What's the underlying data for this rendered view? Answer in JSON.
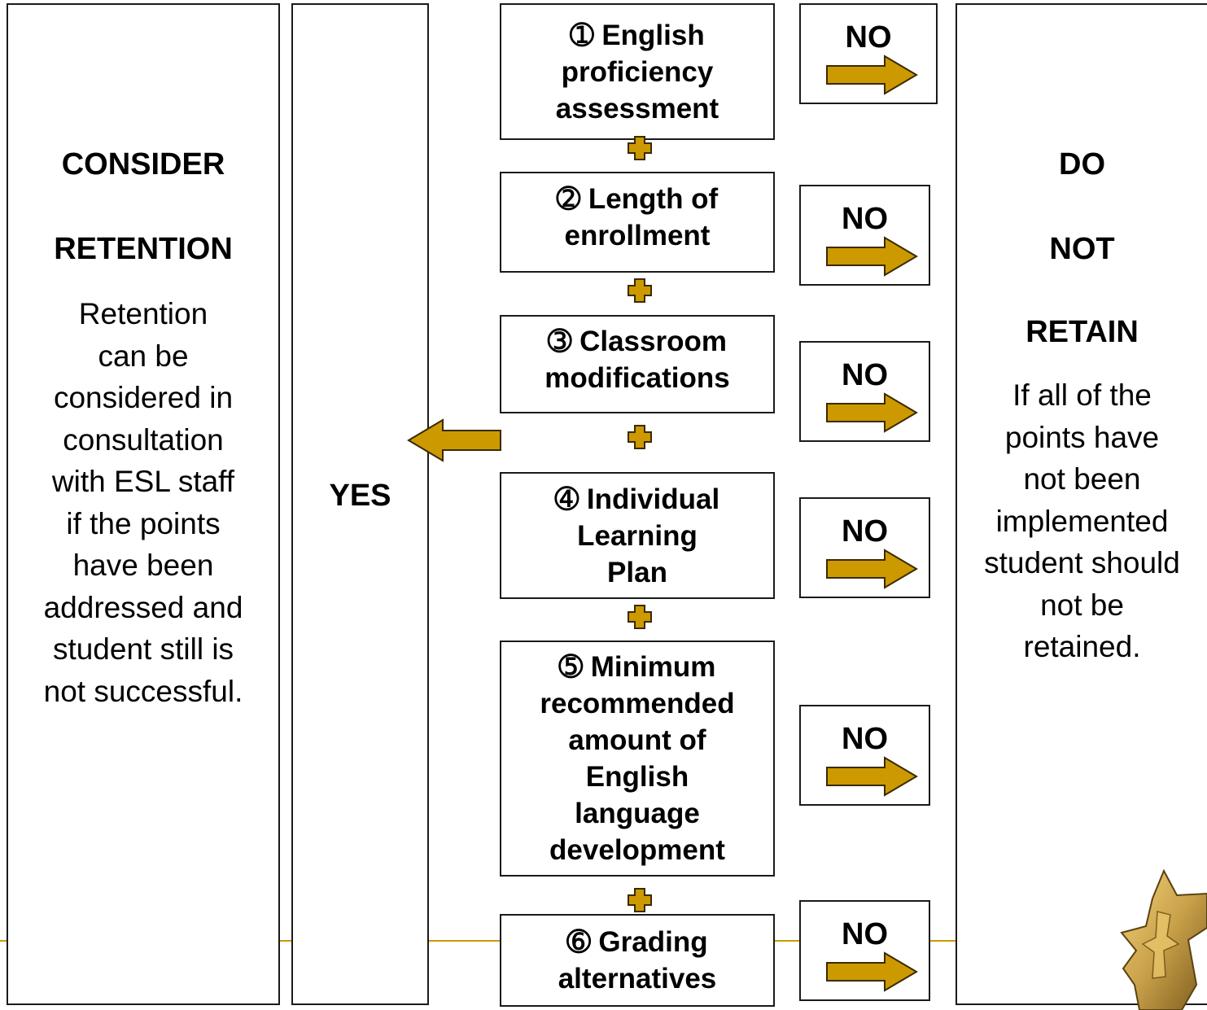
{
  "left": {
    "title1": "CONSIDER",
    "title2": "RETENTION",
    "body": "Retention\ncan be\nconsidered in\nconsultation\nwith ESL staff\nif the points\nhave been\naddressed and\nstudent still is\nnot successful."
  },
  "yes_label": "YES",
  "steps": [
    {
      "label": "➀ English\nproficiency\nassessment"
    },
    {
      "label": "➁ Length of\nenrollment"
    },
    {
      "label": "➂ Classroom\nmodifications"
    },
    {
      "label": "➃ Individual\nLearning\nPlan"
    },
    {
      "label": "➄ Minimum\nrecommended\namount of\nEnglish\nlanguage\ndevelopment"
    },
    {
      "label": "➅ Grading\nalternatives"
    }
  ],
  "no_label": "NO",
  "right": {
    "title1": "DO",
    "title2": "NOT",
    "title3": "RETAIN",
    "body": "If all of the\npoints have\nnot been\nimplemented\nstudent should\nnot be\nretained."
  },
  "colors": {
    "arrow": "#cc9900",
    "border": "#1a1a1a"
  },
  "icons": {
    "arrow_right": "right-arrow-icon",
    "arrow_left": "left-arrow-icon",
    "plus": "plus-icon",
    "logo": "star-figure-logo"
  }
}
